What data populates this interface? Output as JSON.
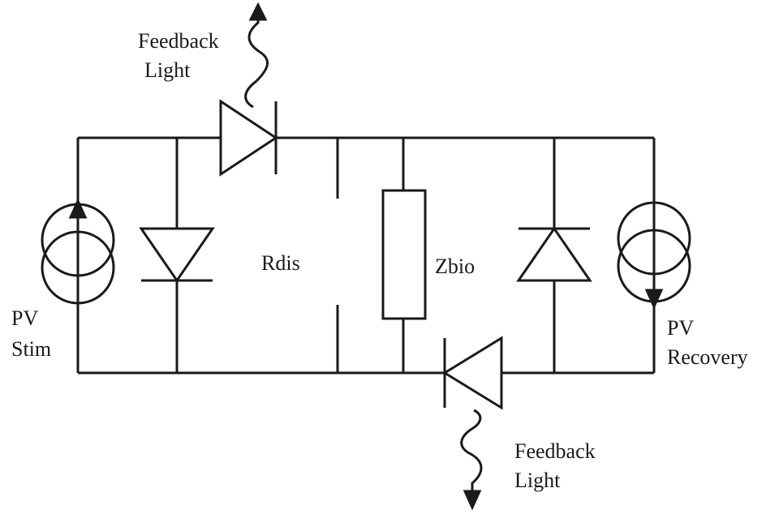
{
  "labels": {
    "feedback_top_line1": "Feedback",
    "feedback_top_line2": "Light",
    "feedback_bottom_line1": "Feedback",
    "feedback_bottom_line2": "Light",
    "pv_stim_line1": "PV",
    "pv_stim_line2": "Stim",
    "pv_recovery_line1": "PV",
    "pv_recovery_line2": "Recovery",
    "rdis": "Rdis",
    "zbio": "Zbio"
  },
  "colors": {
    "stroke": "#1a1a1a",
    "background": "#ffffff"
  }
}
